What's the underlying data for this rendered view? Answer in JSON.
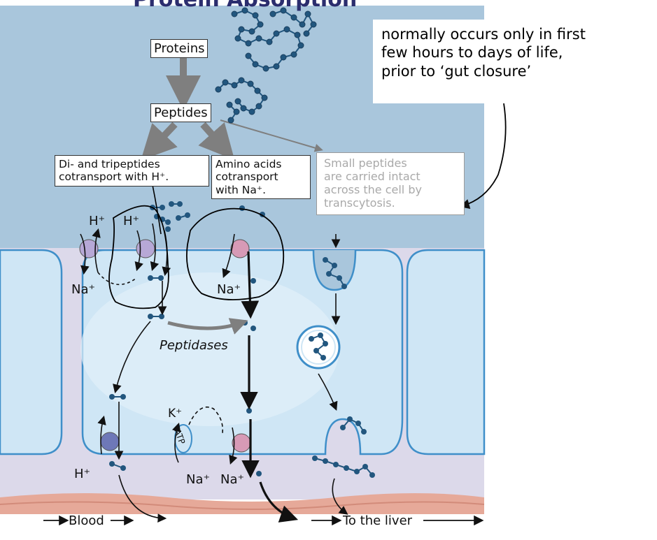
{
  "title_partial": "Protein Absorption",
  "labels": {
    "proteins": "Proteins",
    "peptides": "Peptides",
    "di_tri_box": [
      "Di- and tripeptides",
      "cotransport with H⁺."
    ],
    "amino_box": [
      "Amino acids",
      "cotransport",
      "with Na⁺."
    ],
    "transcytosis_box": [
      "Small peptides",
      "are carried intact",
      "across the cell by",
      "transcytosis."
    ],
    "note": [
      "normally occurs only in first",
      "few hours to days of life,",
      "prior to ‘gut closure’"
    ],
    "h1": "H⁺",
    "h2": "H⁺",
    "na_left": "Na⁺",
    "na_mid": "Na⁺",
    "peptidases": "Peptidases",
    "k": "K⁺",
    "atp": "ATP",
    "h_bottom": "H⁺",
    "na_b1": "Na⁺",
    "na_b2": "Na⁺",
    "blood": "Blood",
    "liver": "To the liver"
  },
  "colors": {
    "lumen": "#a9c6dc",
    "cell": "#cfe6f5",
    "cell_border": "#3f8fc9",
    "interstitium": "#dcd9ea",
    "blood": "#e6a999",
    "bead": "#22567e",
    "transporter_purple": "#b7a8d6",
    "transporter_pink": "#d79ab6",
    "transporter_blue": "#6e78b8",
    "arrow_grey": "#7f7f7f"
  }
}
